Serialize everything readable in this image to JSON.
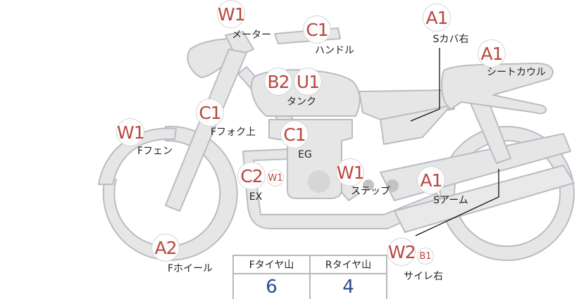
{
  "colors": {
    "badge_text": "#b8473f",
    "part_fill": "#e6e6e6",
    "part_stroke": "#b8bcc4",
    "value_text": "#2c4a8f"
  },
  "parts": [
    {
      "id": "meter",
      "grade": "W1",
      "label": "メーター"
    },
    {
      "id": "handle",
      "grade": "C1",
      "label": "ハンドル"
    },
    {
      "id": "side-cover-right",
      "grade": "A1",
      "label": "Sカバ右"
    },
    {
      "id": "seat-cowl",
      "grade": "A1",
      "label": "シートカウル"
    },
    {
      "id": "tank",
      "grades": [
        "B2",
        "U1"
      ],
      "label": "タンク"
    },
    {
      "id": "front-fork-upper",
      "grade": "C1",
      "label": "Fフォク上"
    },
    {
      "id": "front-fender",
      "grade": "W1",
      "label": "Fフェン"
    },
    {
      "id": "engine",
      "grade": "C1",
      "label": "EG"
    },
    {
      "id": "exhaust",
      "grade": "C2",
      "sub_grade": "W1",
      "label": "EX"
    },
    {
      "id": "step",
      "grade": "W1",
      "label": "ステップ"
    },
    {
      "id": "swing-arm",
      "grade": "A1",
      "label": "Sアーム"
    },
    {
      "id": "front-wheel",
      "grade": "A2",
      "label": "Fホイール"
    },
    {
      "id": "silencer-right",
      "grade": "W2",
      "sub_grade": "B1",
      "label": "サイレ右"
    }
  ],
  "tire_table": {
    "headers": [
      "Fタイヤ山",
      "Rタイヤ山"
    ],
    "values": [
      "6",
      "4"
    ]
  }
}
